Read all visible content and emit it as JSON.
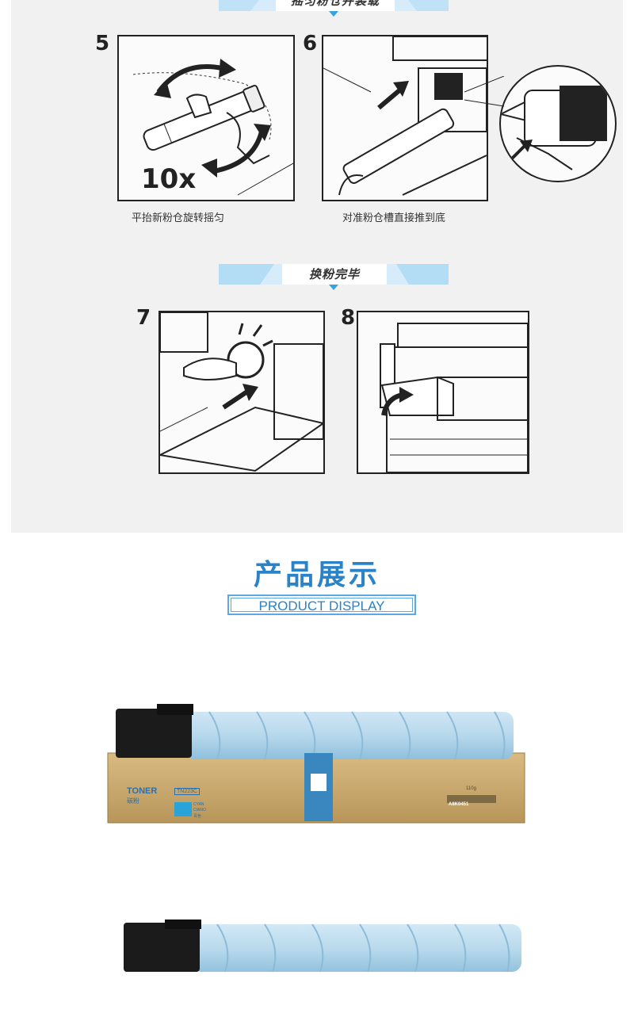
{
  "banners": {
    "top": "摇匀粉仓并装载",
    "middle": "换粉完毕"
  },
  "steps": [
    {
      "num": "5",
      "badge": "10x",
      "caption": "平抬新粉仓旋转摇匀"
    },
    {
      "num": "6",
      "caption": "对准粉仓槽直接推到底"
    },
    {
      "num": "7"
    },
    {
      "num": "8"
    }
  ],
  "product_section": {
    "title_cn": "产品展示",
    "title_en": "PRODUCT DISPLAY"
  },
  "box": {
    "brand": "TONER",
    "brand_cn": "碳粉",
    "model": "TN223C",
    "color_en": "CYAN",
    "color_en2": "CIANO",
    "color_cn": "青色",
    "weight": "110g",
    "code": "A8K0451"
  },
  "colors": {
    "accent": "#2a82c7",
    "banner_blue": "#3aa0e0",
    "toner_cyan": "#b6d8ec",
    "box_kraft": "#c7a56a"
  }
}
